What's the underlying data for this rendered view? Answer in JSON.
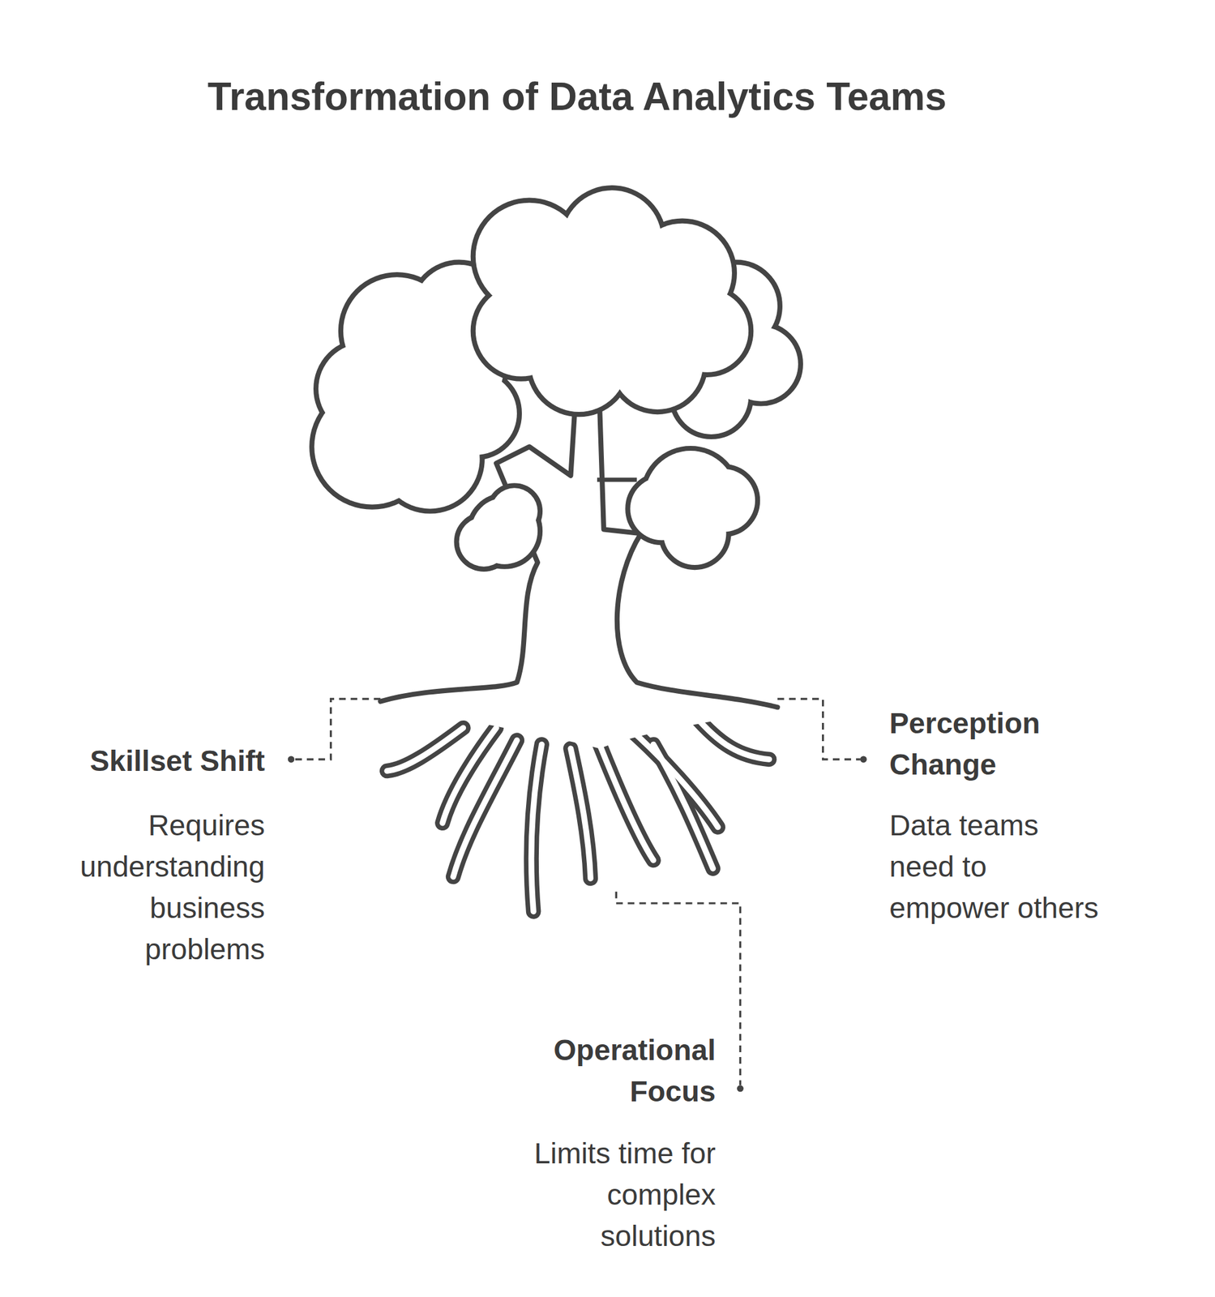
{
  "diagram": {
    "title": "Transformation of Data Analytics Teams",
    "labels": [
      "Skillset Shift",
      "Requires understanding business problems",
      "Perception Change",
      "Data teams need to empower others",
      "Operational Focus",
      "Limits time for complex solutions"
    ]
  }
}
